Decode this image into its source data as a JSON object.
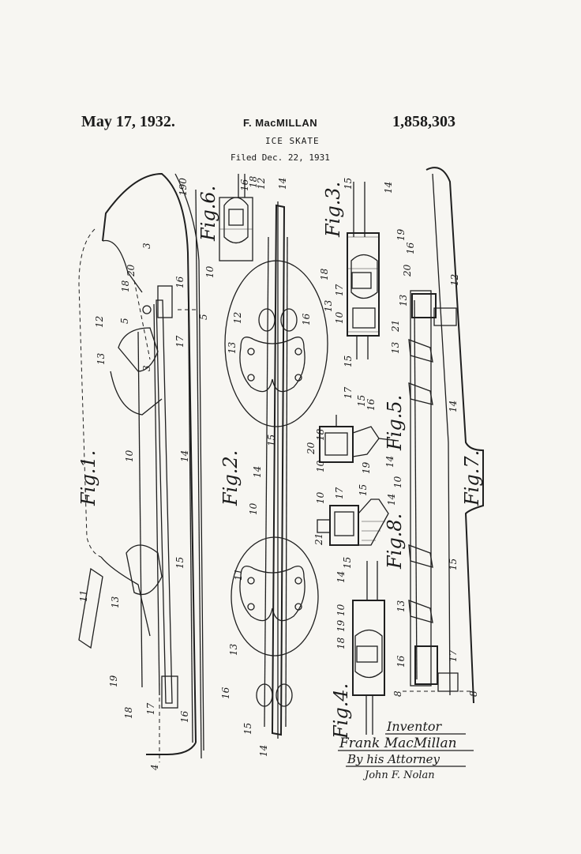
{
  "header": {
    "date": "May 17, 1932.",
    "inventor": "F. MacMILLAN",
    "patent_number": "1,858,303",
    "title": "ICE SKATE",
    "filed": "Filed Dec. 22, 1931"
  },
  "figures": {
    "fig1": "Fig.1.",
    "fig2": "Fig.2.",
    "fig3": "Fig.3.",
    "fig4": "Fig.4.",
    "fig5": "Fig.5.",
    "fig6": "Fig.6.",
    "fig7": "Fig.7.",
    "fig8": "Fig.8."
  },
  "reference_numerals": {
    "fig1": [
      "12",
      "13",
      "10",
      "14",
      "15",
      "16",
      "17",
      "18",
      "19",
      "20",
      "11",
      "13",
      "16",
      "17",
      "18",
      "5",
      "5",
      "3",
      "3",
      "4"
    ],
    "fig2": [
      "12",
      "16",
      "13",
      "15",
      "14",
      "10",
      "11",
      "13",
      "16",
      "15",
      "14"
    ],
    "fig3": [
      "15",
      "14",
      "19",
      "16",
      "18",
      "20",
      "17",
      "13",
      "10",
      "15"
    ],
    "fig4": [
      "15",
      "14",
      "10",
      "19",
      "18",
      "16"
    ],
    "fig5": [
      "17",
      "15",
      "16",
      "18",
      "20",
      "10",
      "19",
      "14"
    ],
    "fig6": [
      "190",
      "16",
      "18",
      "12",
      "14",
      "10"
    ],
    "fig7": [
      "12",
      "13",
      "21",
      "13",
      "14",
      "10",
      "13",
      "15",
      "17",
      "8",
      "8"
    ],
    "fig8": [
      "10",
      "17",
      "15",
      "14",
      "21"
    ]
  },
  "signature": {
    "inventor_label": "Inventor",
    "inventor_name": "Frank MacMillan",
    "attorney_label": "By his Attorney",
    "attorney_name": "John F. Nolan"
  }
}
